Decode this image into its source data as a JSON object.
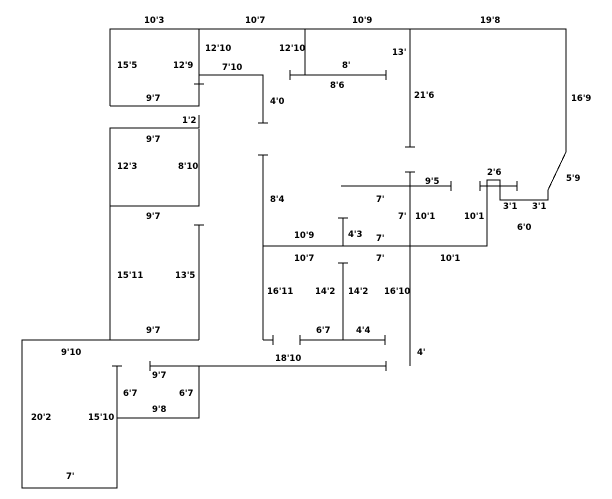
{
  "dimensions": [
    "10'3",
    "10'7",
    "10'9",
    "19'8",
    "15'5",
    "12'9",
    "12'10",
    "12'10",
    "13'",
    "8'",
    "7'10",
    "8'6",
    "16'9",
    "9'7",
    "4'0",
    "21'6",
    "1'2",
    "9'7",
    "12'3",
    "8'10",
    "8'4",
    "9'5",
    "7'",
    "2'6",
    "5'9",
    "9'7",
    "7'",
    "10'1",
    "10'1",
    "3'1",
    "3'1",
    "6'0",
    "10'9",
    "4'3",
    "7'",
    "10'7",
    "7'",
    "10'1",
    "15'11",
    "13'5",
    "16'11",
    "14'2",
    "14'2",
    "16'10",
    "9'7",
    "6'7",
    "4'4",
    "9'10",
    "18'10",
    "4'",
    "9'7",
    "6'7",
    "6'7",
    "9'8",
    "20'2",
    "15'10",
    "7'"
  ]
}
